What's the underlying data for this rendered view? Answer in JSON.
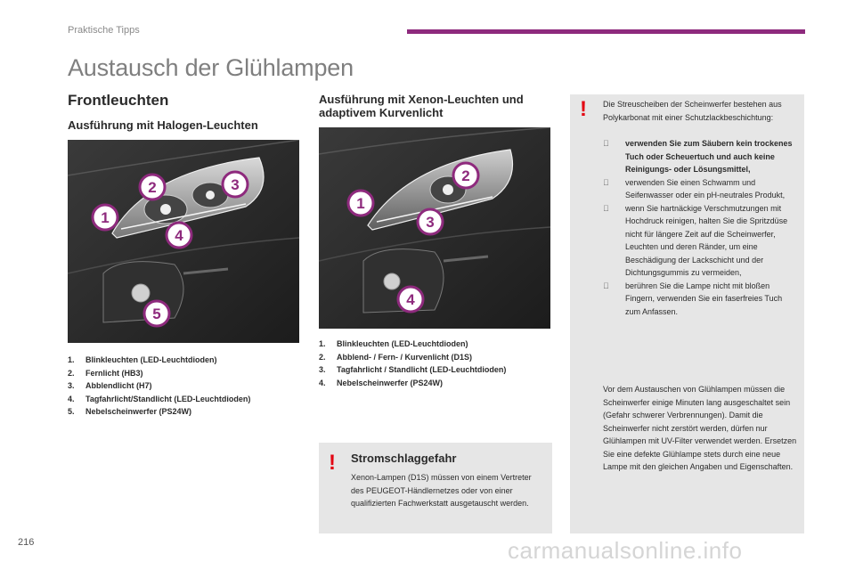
{
  "header": {
    "section": "Praktische Tipps"
  },
  "title": "Austausch der Glühlampen",
  "front_heading": "Frontleuchten",
  "halogen": {
    "heading": "Ausführung mit Halogen-Leuchten",
    "items": [
      {
        "n": "1.",
        "text": "Blinkleuchten (LED-Leuchtdioden)"
      },
      {
        "n": "2.",
        "text": "Fernlicht (HB3)"
      },
      {
        "n": "3.",
        "text": "Abblendlicht (H7)"
      },
      {
        "n": "4.",
        "text": "Tagfahrlicht/Standlicht (LED-Leuchtdioden)"
      },
      {
        "n": "5.",
        "text": "Nebelscheinwerfer (PS24W)"
      }
    ],
    "callouts": [
      "1",
      "2",
      "3",
      "4",
      "5"
    ]
  },
  "xenon": {
    "heading": "Ausführung mit Xenon-Leuchten und adaptivem Kurvenlicht",
    "items": [
      {
        "n": "1.",
        "text": "Blinkleuchten (LED-Leuchtdioden)"
      },
      {
        "n": "2.",
        "text": "Abblend- / Fern- / Kurvenlicht (D1S)"
      },
      {
        "n": "3.",
        "text": "Tagfahrlicht / Standlicht (LED-Leuchtdioden)"
      },
      {
        "n": "4.",
        "text": "Nebelscheinwerfer (PS24W)"
      }
    ],
    "callouts": [
      "1",
      "2",
      "3",
      "4"
    ]
  },
  "warning_box": {
    "icon": "exclamation-icon",
    "title": "Stromschlaggefahr",
    "text": "Xenon-Lampen (D1S) müssen von einem Vertreter des PEUGEOT-Händlernetzes oder von einer qualifizierten Fachwerkstatt ausgetauscht werden."
  },
  "side_box": {
    "icon": "exclamation-icon",
    "intro": "Die Streuscheiben der Scheinwerfer bestehen aus Polykarbonat mit einer Schutzlackbeschichtung:",
    "bullets": [
      {
        "symbol": "",
        "text": "verwenden Sie zum Säubern kein trockenes Tuch oder Scheuertuch und auch keine Reinigungs- oder Lösungsmittel,",
        "bold": true
      },
      {
        "symbol": "",
        "text": "verwenden Sie einen Schwamm und Seifenwasser oder ein pH-neutrales Produkt,",
        "bold": false
      },
      {
        "symbol": "",
        "text": "wenn Sie hartnäckige Verschmutzungen mit Hochdruck reinigen, halten Sie die Spritzdüse nicht für längere Zeit auf die Scheinwerfer, Leuchten und deren Ränder, um eine Beschädigung der Lackschicht und der Dichtungsgummis zu vermeiden,",
        "bold": false
      },
      {
        "symbol": "",
        "text": "berühren Sie die Lampe nicht mit bloßen Fingern, verwenden Sie ein faserfreies Tuch zum Anfassen.",
        "bold": false
      }
    ],
    "note": "Vor dem Austauschen von Glühlampen müssen die Scheinwerfer einige Minuten lang ausgeschaltet sein (Gefahr schwerer Verbrennungen). Damit die Scheinwerfer nicht zerstört werden, dürfen nur Glühlampen mit UV-Filter verwendet werden. Ersetzen Sie eine defekte Glühlampe stets durch eine neue Lampe mit den gleichen Angaben und Eigenschaften."
  },
  "footer": {
    "page_number": "216",
    "watermark": "carmanualsonline.info"
  },
  "colors": {
    "accent": "#8e2a7d",
    "warning": "#e30613",
    "box": "#e6e6e6",
    "callout": "#8e2a7d"
  }
}
